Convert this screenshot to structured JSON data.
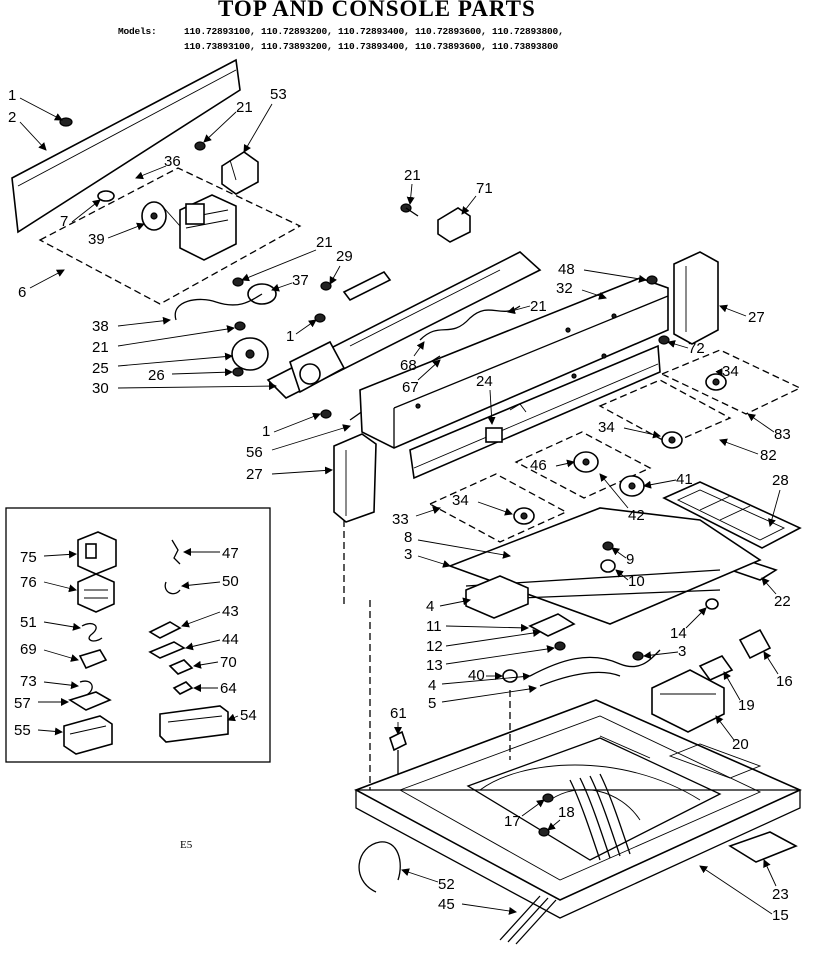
{
  "title": "TOP AND CONSOLE PARTS",
  "models": {
    "label": "Models:",
    "line1": "110.72893100, 110.72893200, 110.72893400, 110.72893600, 110.72893800,",
    "line2": "110.73893100, 110.73893200, 110.73893400, 110.73893600, 110.73893800"
  },
  "drawing_code": "E5",
  "callouts": [
    "1",
    "2",
    "21",
    "53",
    "36",
    "7",
    "39",
    "6",
    "21",
    "29",
    "37",
    "38",
    "1",
    "21",
    "25",
    "26",
    "30",
    "68",
    "67",
    "21",
    "71",
    "48",
    "32",
    "21",
    "27",
    "72",
    "34",
    "83",
    "24",
    "1",
    "56",
    "27",
    "34",
    "46",
    "41",
    "82",
    "28",
    "33",
    "34",
    "42",
    "8",
    "3",
    "9",
    "10",
    "22",
    "4",
    "11",
    "12",
    "13",
    "4",
    "5",
    "40",
    "14",
    "3",
    "16",
    "19",
    "20",
    "61",
    "17",
    "18",
    "23",
    "15",
    "52",
    "45",
    "75",
    "47",
    "76",
    "50",
    "51",
    "43",
    "69",
    "44",
    "70",
    "73",
    "64",
    "57",
    "54",
    "55"
  ]
}
